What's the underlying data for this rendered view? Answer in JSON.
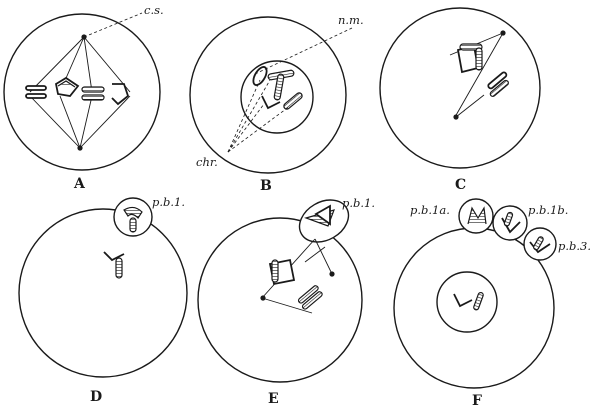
{
  "panels": [
    {
      "label": "A"
    },
    {
      "label": "B"
    },
    {
      "label": "C"
    },
    {
      "label": "D"
    },
    {
      "label": "E"
    },
    {
      "label": "F"
    }
  ],
  "annotations": {
    "centrosome": "c.s.",
    "nuclear_membrane": "n.m.",
    "chromosomes": "chr.",
    "polar_body_d": "p.b.1.",
    "polar_body_e": "p.b.1.",
    "polar_body_1a": "p.b.1a.",
    "polar_body_1b": "p.b.1b.",
    "polar_body_3": "p.b.3."
  },
  "colors": {
    "ink": "#1a1a1a",
    "background": "#ffffff"
  }
}
